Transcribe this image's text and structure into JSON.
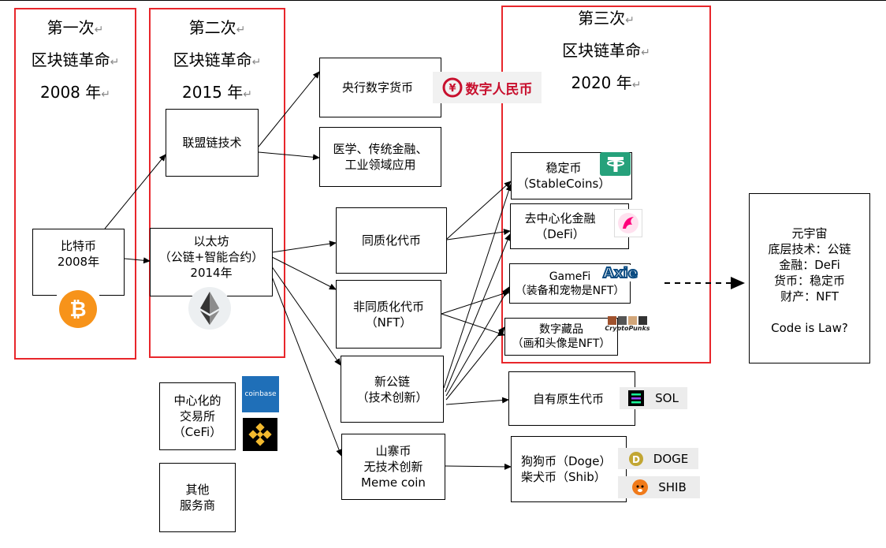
{
  "eras": [
    {
      "line1": "第一次",
      "line2": "区块链革命",
      "line3": "2008 年",
      "mark": "↵"
    },
    {
      "line1": "第二次",
      "line2": "区块链革命",
      "line3": "2015 年",
      "mark": "↵"
    },
    {
      "line1": "第三次",
      "line2": "区块链革命",
      "line3": "2020 年",
      "mark": "↵"
    }
  ],
  "nodes": {
    "bitcoin": {
      "l1": "比特币",
      "l2": "2008年"
    },
    "consortium": {
      "l1": "联盟链技术"
    },
    "ethereum": {
      "l1": "以太坊",
      "l2": "（公链+智能合约）",
      "l3": "2014年"
    },
    "cbdc": {
      "l1": "央行数字货币"
    },
    "industry": {
      "l1": "医学、传统金融、",
      "l2": "工业领域应用"
    },
    "fungible": {
      "l1": "同质化代币"
    },
    "nft": {
      "l1": "非同质化代币",
      "l2": "（NFT）"
    },
    "newchain": {
      "l1": "新公链",
      "l2": "（技术创新）"
    },
    "meme": {
      "l1": "山寨币",
      "l2": "无技术创新",
      "l3": "Meme coin"
    },
    "cefi": {
      "l1": "中心化的",
      "l2": "交易所",
      "l3": "（CeFi）"
    },
    "other": {
      "l1": "其他",
      "l2": "服务商"
    },
    "stable": {
      "l1": "稳定币",
      "l2": "（StableCoins）"
    },
    "defi": {
      "l1": "去中心化金融",
      "l2": "（DeFi）"
    },
    "gamefi": {
      "l1": "GameFi",
      "l2": "（装备和宠物是NFT）"
    },
    "collect": {
      "l1": "数字藏品",
      "l2": "（画和头像是NFT）"
    },
    "native": {
      "l1": "自有原生代币"
    },
    "dog": {
      "l1": "狗狗币（Doge）",
      "l2": "柴犬币（Shib）"
    },
    "metaverse": {
      "l1": "元宇宙",
      "l2": "底层技术：公链",
      "l3": "金融：DeFi",
      "l4": "货币：稳定币",
      "l5": "财产：NFT",
      "l6": "Code is Law?"
    }
  },
  "logos": {
    "ecny": "数字人民币",
    "coinbase": "coinbase",
    "sol": "SOL",
    "doge": "DOGE",
    "shib": "SHIB",
    "axie": "Axie",
    "cryptopunks": "CryptoPunks"
  },
  "colors": {
    "era_border": "#e8262b",
    "bitcoin": "#f7931a",
    "tether": "#26a17b",
    "uniswap": "#ff007a",
    "coinbase": "#1652f0",
    "binance": "#f3ba2f",
    "ecny": "#c8102e"
  }
}
